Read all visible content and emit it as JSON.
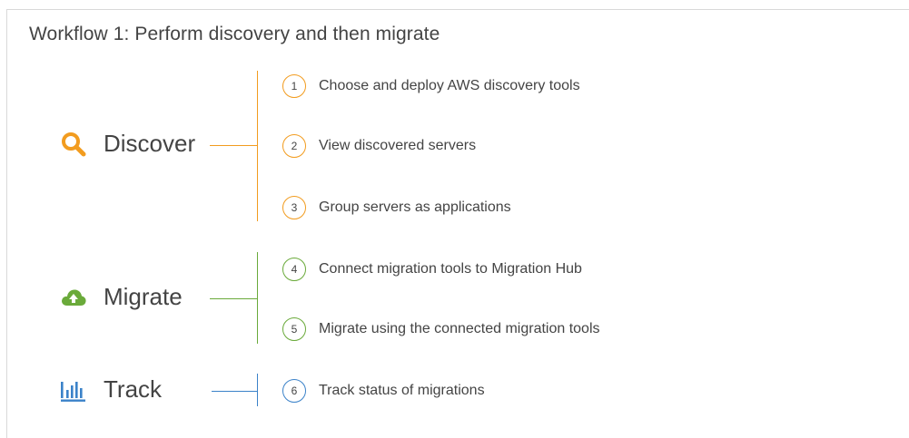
{
  "title": "Workflow 1: Perform discovery and then migrate",
  "colors": {
    "discover": "#f29c1f",
    "migrate": "#6aaa3a",
    "track": "#3b82c9"
  },
  "phases": [
    {
      "label": "Discover",
      "icon": "search-icon",
      "color": "#f29c1f"
    },
    {
      "label": "Migrate",
      "icon": "cloud-upload-icon",
      "color": "#6aaa3a"
    },
    {
      "label": "Track",
      "icon": "bar-chart-icon",
      "color": "#3b82c9"
    }
  ],
  "steps": [
    {
      "number": "1",
      "label": "Choose and deploy AWS discovery tools",
      "color": "#f29c1f"
    },
    {
      "number": "2",
      "label": "View discovered servers",
      "color": "#f29c1f"
    },
    {
      "number": "3",
      "label": "Group servers as applications",
      "color": "#f29c1f"
    },
    {
      "number": "4",
      "label": "Connect migration tools to Migration Hub",
      "color": "#6aaa3a"
    },
    {
      "number": "5",
      "label": "Migrate using the connected migration tools",
      "color": "#6aaa3a"
    },
    {
      "number": "6",
      "label": "Track status of migrations",
      "color": "#3b82c9"
    }
  ]
}
